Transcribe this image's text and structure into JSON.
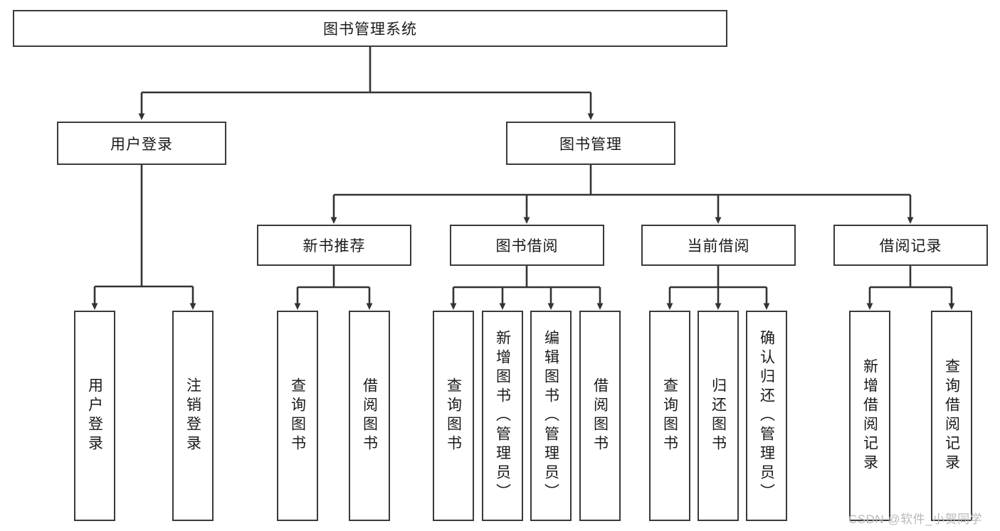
{
  "diagram": {
    "title": "图书管理系统",
    "type": "tree-hierarchy-diagram",
    "colors": {
      "background": "#ffffff",
      "box_border": "#3a3a3a",
      "connector": "#333333",
      "text": "#1a1a1a",
      "watermark": "#b9b9b9"
    },
    "root": {
      "label": "图书管理系统"
    },
    "level2": [
      {
        "label": "用户登录"
      },
      {
        "label": "图书管理"
      }
    ],
    "level3": [
      {
        "label": "新书推荐"
      },
      {
        "label": "图书借阅"
      },
      {
        "label": "当前借阅"
      },
      {
        "label": "借阅记录"
      }
    ],
    "leaves": {
      "user_login": [
        {
          "label": "用户登录"
        },
        {
          "label": "注销登录"
        }
      ],
      "new_book_recommend": [
        {
          "label": "查询图书"
        },
        {
          "label": "借阅图书"
        }
      ],
      "book_borrow": [
        {
          "label": "查询图书"
        },
        {
          "label": "新增图书（管理员）"
        },
        {
          "label": "编辑图书（管理员）"
        },
        {
          "label": "借阅图书"
        }
      ],
      "current_borrow": [
        {
          "label": "查询图书"
        },
        {
          "label": "归还图书"
        },
        {
          "label": "确认归还（管理员）"
        }
      ],
      "borrow_record": [
        {
          "label": "新增借阅记录"
        },
        {
          "label": "查询借阅记录"
        }
      ]
    },
    "watermark": "CSDN @软件_小贺同学"
  }
}
